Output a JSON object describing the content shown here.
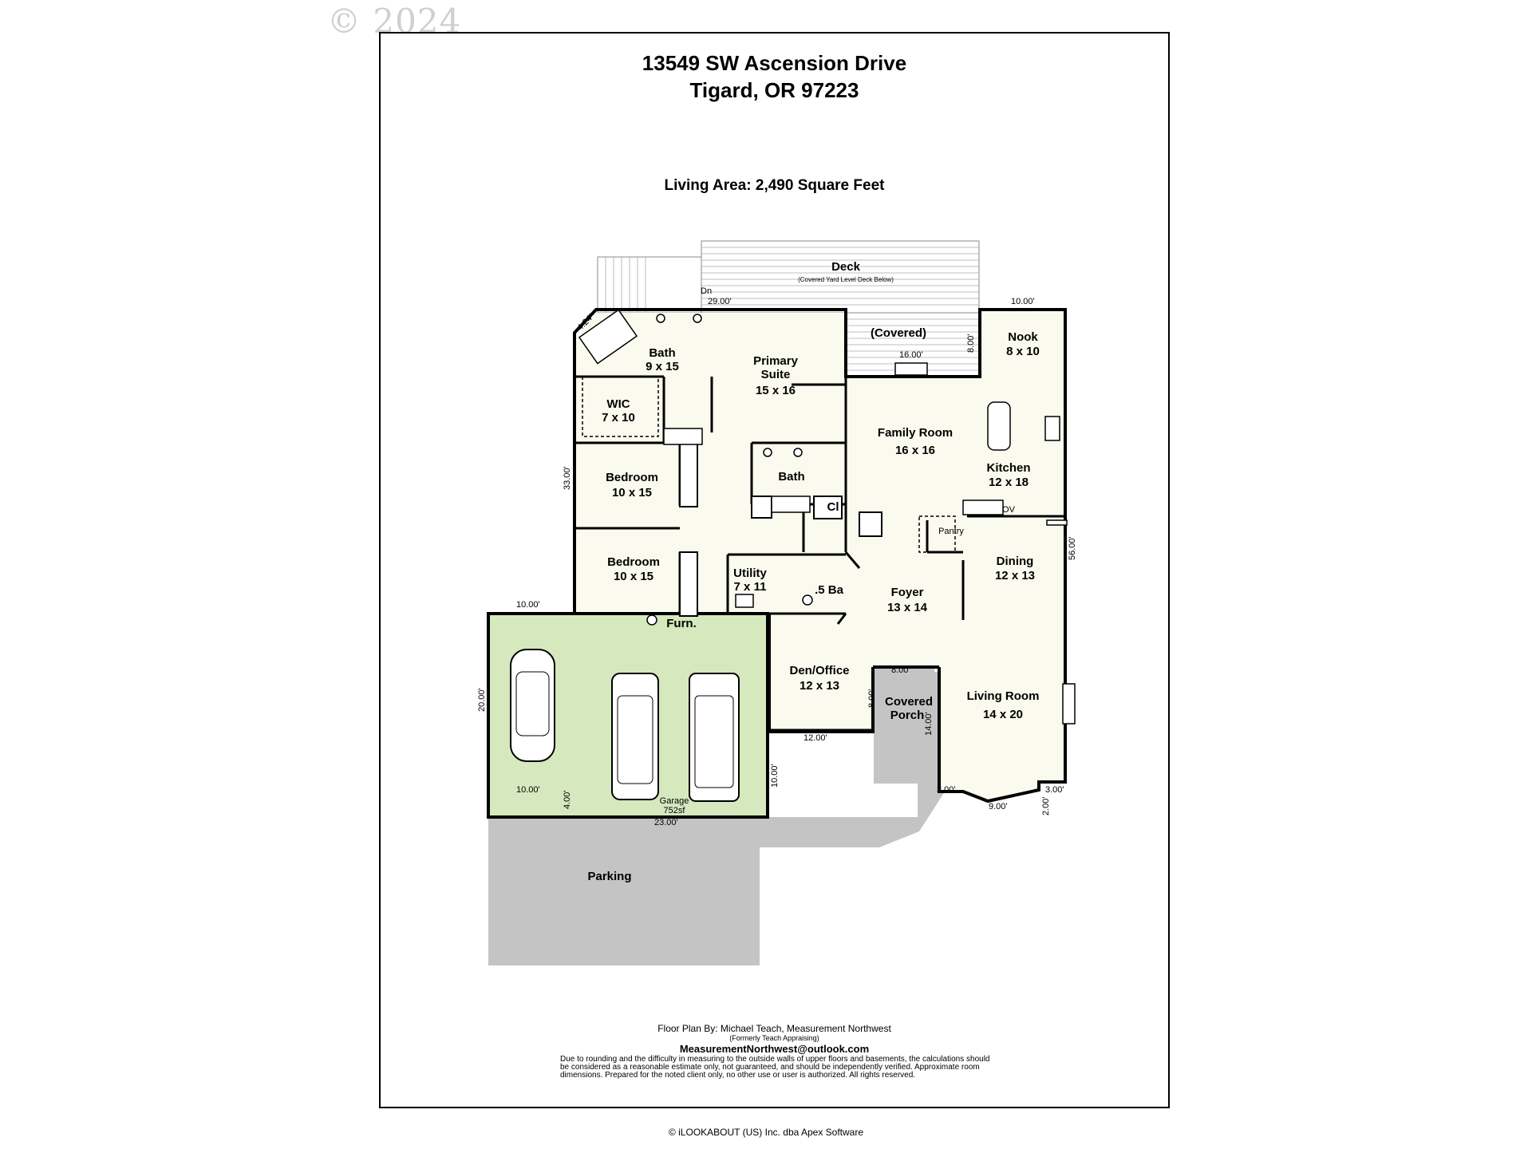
{
  "watermark": "© 2024",
  "header": {
    "address_line1": "13549 SW Ascension Drive",
    "address_line2": "Tigard, OR 97223",
    "living_area": "Living Area: 2,490 Square Feet"
  },
  "rooms": {
    "deck": "Deck",
    "deck_note": "(Covered Yard Level Deck Below)",
    "dn": "Dn",
    "covered": "(Covered)",
    "nook_name": "Nook",
    "nook_size": "8 x 10",
    "bath1_name": "Bath",
    "bath1_size": "9 x 15",
    "primary_name1": "Primary",
    "primary_name2": "Suite",
    "primary_size": "15 x 16",
    "wic_name": "WIC",
    "wic_size": "7 x 10",
    "family_name": "Family Room",
    "family_size": "16 x 16",
    "kitchen_name": "Kitchen",
    "kitchen_size": "12 x 18",
    "bedroom1_name": "Bedroom",
    "bedroom1_size": "10 x 15",
    "bath2_name": "Bath",
    "bedroom2_name": "Bedroom",
    "bedroom2_size": "10 x 15",
    "utility_name": "Utility",
    "utility_size": "7 x 11",
    "half_bath": ".5 Ba",
    "foyer_name": "Foyer",
    "foyer_size": "13 x 14",
    "dining_name": "Dining",
    "dining_size": "12 x 13",
    "pantry": "Pantry",
    "ov": "OV",
    "cl": "Cl",
    "furn": "Furn.",
    "den_name": "Den/Office",
    "den_size": "12 x 13",
    "porch_name1": "Covered",
    "porch_name2": "Porch",
    "living_name": "Living Room",
    "living_size": "14 x 20",
    "garage_name": "Garage",
    "garage_area": "752sf",
    "parking": "Parking"
  },
  "dimensions": {
    "d_29": "29.00'",
    "d_10a": "10.00'",
    "d_424": "4.24'",
    "d_16": "16.00'",
    "d_8a": "8.00'",
    "d_33": "33.00'",
    "d_56": "56.00'",
    "d_10b": "10.00'",
    "d_20": "20.00'",
    "d_8b": "8.00'",
    "d_8c": "8.00'",
    "d_14": "14.00'",
    "d_12": "12.00'",
    "d_10c": "10.00'",
    "d_10d": "10.00'",
    "d_4": "4.00'",
    "d_23": "23.00'",
    "d_3a": "3.00'",
    "d_3b": "3.00'",
    "d_9": "9.00'",
    "d_2": "2.00'"
  },
  "footer": {
    "credit": "Floor Plan By: Michael Teach, Measurement Northwest",
    "formerly": "(Formerly Teach Appraising)",
    "email": "MeasurementNorthwest@outlook.com",
    "disclaimer": "Due to rounding and the difficulty in measuring to the outside walls of upper floors and basements, the calculations should be considered as a reasonable estimate only, not guaranteed, and should be independently verified. Approximate room dimensions. Prepared for the noted client only, no other use or user is authorized. All rights reserved."
  },
  "copyright": "© iLOOKABOUT (US) Inc. dba Apex Software",
  "colors": {
    "garage_fill": "#d5e8be",
    "paving": "#c4c4c4",
    "room_fill": "#fafaee",
    "wall": "#000000"
  }
}
